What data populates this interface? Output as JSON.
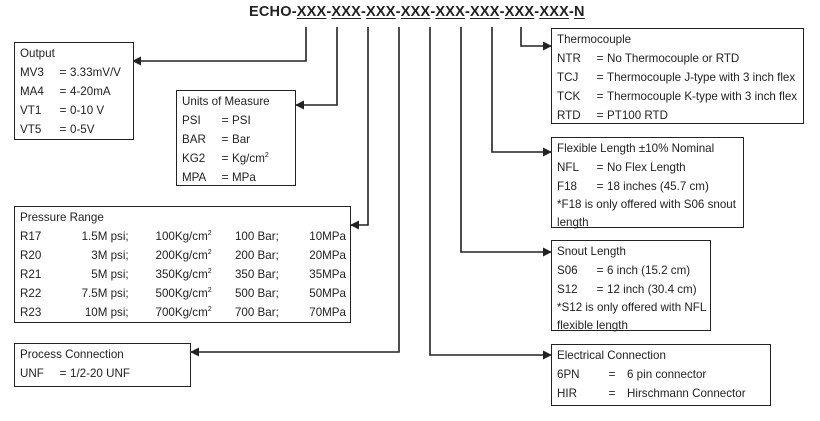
{
  "product_code": {
    "prefix": "ECHO",
    "segments": [
      "XXX",
      "XXX",
      "XXX",
      "XXX",
      "XXX",
      "XXX",
      "XXX",
      "XXX",
      "N"
    ]
  },
  "output": {
    "title": "Output",
    "items": [
      {
        "code": "MV3",
        "eq": "=",
        "value": "3.33mV/V"
      },
      {
        "code": "MA4",
        "eq": "=",
        "value": "4-20mA"
      },
      {
        "code": "VT1",
        "eq": "=",
        "value": "0-10 V"
      },
      {
        "code": "VT5",
        "eq": "=",
        "value": "0-5V"
      }
    ]
  },
  "units": {
    "title": "Units of Measure",
    "items": [
      {
        "code": "PSI",
        "eq": "=",
        "value": "PSI"
      },
      {
        "code": "BAR",
        "eq": "=",
        "value": "Bar"
      },
      {
        "code": "KG2",
        "eq": "=",
        "value": "Kg/cm",
        "sup": "2"
      },
      {
        "code": "MPA",
        "eq": "=",
        "value": "MPa"
      }
    ]
  },
  "pressure": {
    "title": "Pressure Range",
    "rows": [
      {
        "code": "R17",
        "psi": "1.5M psi;",
        "kg": "100Kg/cm",
        "kg_sup": "2",
        "bar": "100 Bar;",
        "mpa": "10MPa"
      },
      {
        "code": "R20",
        "psi": "3M psi;",
        "kg": "200Kg/cm",
        "kg_sup": "2",
        "bar": "200 Bar;",
        "mpa": "20MPa"
      },
      {
        "code": "R21",
        "psi": "5M psi;",
        "kg": "350Kg/cm",
        "kg_sup": "2",
        "bar": "350 Bar;",
        "mpa": "35MPa"
      },
      {
        "code": "R22",
        "psi": "7.5M psi;",
        "kg": "500Kg/cm",
        "kg_sup": "2",
        "bar": "500 Bar;",
        "mpa": "50MPa"
      },
      {
        "code": "R23",
        "psi": "10M psi;",
        "kg": "700Kg/cm",
        "kg_sup": "2",
        "bar": "700 Bar;",
        "mpa": "70MPa"
      }
    ]
  },
  "process": {
    "title": "Process Connection",
    "items": [
      {
        "code": "UNF",
        "eq": "=",
        "value": "1/2-20 UNF"
      }
    ]
  },
  "thermocouple": {
    "title": "Thermocouple",
    "items": [
      {
        "code": "NTR",
        "eq": "=",
        "value": "No Thermocouple or RTD"
      },
      {
        "code": "TCJ",
        "eq": "=",
        "value": "Thermocouple J-type with 3 inch flex"
      },
      {
        "code": "TCK",
        "eq": "=",
        "value": "Thermocouple K-type with 3 inch flex"
      },
      {
        "code": "RTD",
        "eq": "=",
        "value": "PT100 RTD"
      }
    ]
  },
  "flex": {
    "title": "Flexible Length ±10% Nominal",
    "items": [
      {
        "code": "NFL",
        "eq": "=",
        "value": "No Flex Length"
      },
      {
        "code": "F18",
        "eq": "=",
        "value": "18 inches (45.7 cm)"
      }
    ],
    "note": "*F18 is only offered with S06 snout length"
  },
  "snout": {
    "title": "Snout Length",
    "items": [
      {
        "code": "S06",
        "eq": "=",
        "value": "6 inch (15.2 cm)"
      },
      {
        "code": "S12",
        "eq": "=",
        "value": "12 inch (30.4 cm)"
      }
    ],
    "note": "*S12 is only offered with NFL flexible length"
  },
  "electrical": {
    "title": "Electrical Connection",
    "items": [
      {
        "code": "6PN",
        "eq": "=",
        "value": "6 pin connector"
      },
      {
        "code": "HIR",
        "eq": "=",
        "value": "Hirschmann Connector"
      }
    ]
  }
}
